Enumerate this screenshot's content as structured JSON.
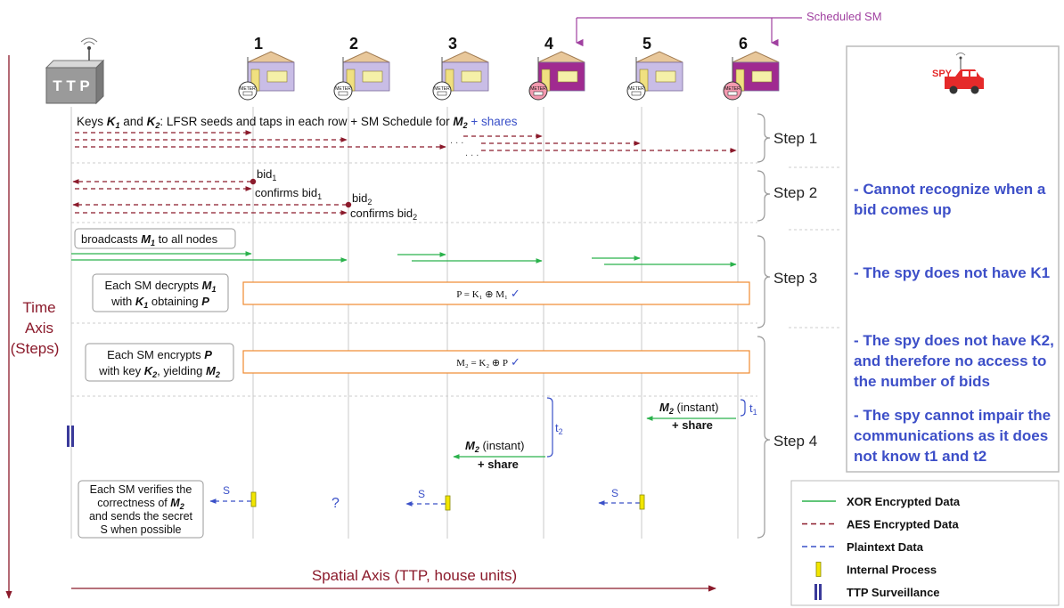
{
  "scheduled_sm": "Scheduled SM",
  "ttp": {
    "label": "T T P"
  },
  "houses": [
    {
      "number": "1",
      "meter": "METER",
      "scheduled": false
    },
    {
      "number": "2",
      "meter": "METER",
      "scheduled": false
    },
    {
      "number": "3",
      "meter": "METER",
      "scheduled": false
    },
    {
      "number": "4",
      "meter": "METER",
      "scheduled": true
    },
    {
      "number": "5",
      "meter": "METER",
      "scheduled": false
    },
    {
      "number": "6",
      "meter": "METER",
      "scheduled": true
    }
  ],
  "spy": {
    "label": "SPY",
    "notes": [
      [
        "- Cannot recognize when a",
        "bid comes up"
      ],
      [
        "- The spy does not have K1"
      ],
      [
        "- The spy does not have K2,",
        "and therefore no access to",
        "the number of bids"
      ],
      [
        "- The spy cannot impair the",
        "communications as it does",
        "not know t1 and t2"
      ]
    ]
  },
  "steps": [
    "Step 1",
    "Step 2",
    "Step 3",
    "Step 4"
  ],
  "step1": {
    "keys_pre": "Keys ",
    "k1": "K",
    "k1_sub": "1",
    "and": " and ",
    "k2": "K",
    "k2_sub": "2",
    "rest": ": LFSR seeds and taps in each row + SM Schedule for ",
    "m2": "M",
    "m2_sub": "2",
    "shares": " + shares",
    "dots1": ". . .",
    "dots2": ". . ."
  },
  "step2": {
    "bid1": "bid",
    "bid1_sub": "1",
    "confirms1": "confirms bid",
    "confirms1_sub": "1",
    "bid2": "bid",
    "bid2_sub": "2",
    "confirms2": "confirms bid",
    "confirms2_sub": "2"
  },
  "step3": {
    "broadcast_pre": "broadcasts ",
    "broadcast_m": "M",
    "broadcast_sub": "1",
    "broadcast_post": " to all nodes",
    "decrypt_l1a": "Each SM decrypts ",
    "decrypt_m": "M",
    "decrypt_sub": "1",
    "decrypt_l2a": "with ",
    "decrypt_k": "K",
    "decrypt_ksub": "1",
    "decrypt_l2b": " obtaining ",
    "decrypt_p": "P",
    "formula": "P = K₁ ⊕ M₁",
    "check": "✓"
  },
  "step4": {
    "encrypt_l1a": "Each SM encrypts ",
    "encrypt_p": "P",
    "encrypt_l2a": "with key ",
    "encrypt_k": "K",
    "encrypt_ksub": "2",
    "encrypt_l2b": ", yielding ",
    "encrypt_m": "M",
    "encrypt_msub": "2",
    "formula": "M₂ = K₂ ⊕ P",
    "check": "✓",
    "m2": "M",
    "m2_sub": "2",
    "instant": " (instant)",
    "share": "+ share",
    "t1": "t",
    "t1_sub": "1",
    "t2": "t",
    "t2_sub": "2",
    "verify": [
      "Each SM verifies the",
      "correctness of ",
      "and sends the secret",
      "S when possible"
    ],
    "verify_m": "M",
    "verify_msub": "2",
    "s": "S",
    "question": "?"
  },
  "axes": {
    "time": [
      "Time",
      "Axis",
      "(Steps)"
    ],
    "spatial": "Spatial Axis (TTP, house units)"
  },
  "legend": [
    {
      "label": "XOR Encrypted Data",
      "color": "#2bb24c",
      "style": "solid"
    },
    {
      "label": "AES Encrypted Data",
      "color": "#8b1a2b",
      "style": "dashed"
    },
    {
      "label": "Plaintext Data",
      "color": "#3a50c8",
      "style": "dashed"
    },
    {
      "label": "Internal Process",
      "color": "#f2e600",
      "style": "yellow-box"
    },
    {
      "label": "TTP Surveillance",
      "color": "#3a3a9a",
      "style": "blue-bars"
    }
  ],
  "colors": {
    "aes": "#8b1a2b",
    "xor": "#2bb24c",
    "plain": "#3a50c8",
    "spy_text": "#3d4fc8",
    "scheduled": "#a040a0",
    "house": "#c9bde6",
    "house_sched": "#a02a90",
    "orange": "#f08a30"
  }
}
